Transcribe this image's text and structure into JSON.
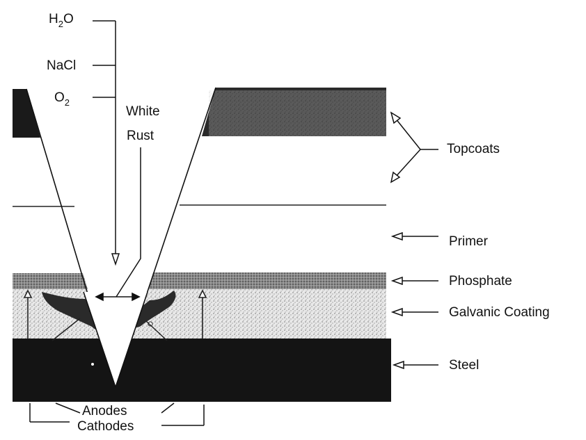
{
  "labels": {
    "h2o": {
      "main": "H",
      "sub": "2",
      "tail": "O"
    },
    "nacl": "NaCl",
    "o2": {
      "main": "O",
      "sub": "2"
    },
    "white_rust_line1": "White",
    "white_rust_line2": "Rust",
    "topcoats": "Topcoats",
    "primer": "Primer",
    "phosphate": "Phosphate",
    "galvanic_coating": "Galvanic Coating",
    "steel": "Steel",
    "anodes": "Anodes",
    "cathodes": "Cathodes"
  }
}
